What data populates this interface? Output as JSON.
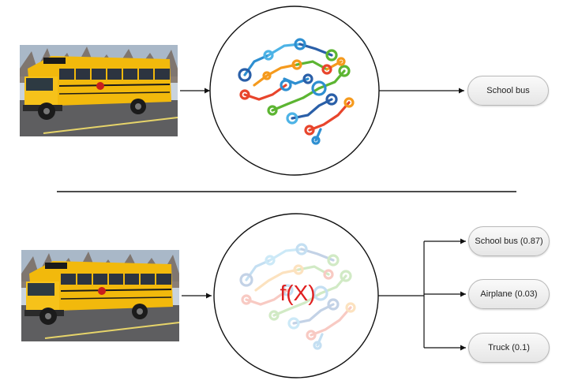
{
  "top_pipeline": {
    "input_image": "school-bus-photo",
    "model_icon": "neural-brain-icon",
    "output_label": "School bus"
  },
  "bottom_pipeline": {
    "input_image": "school-bus-photo",
    "model_icon": "neural-brain-faded-icon",
    "function_label": "f(X)",
    "outputs": [
      {
        "label": "School bus (0.87)"
      },
      {
        "label": "Airplane (0.03)"
      },
      {
        "label": "Truck (0.1)"
      }
    ]
  },
  "colors": {
    "brain": [
      "#e8452c",
      "#f59a1d",
      "#2e8fd1",
      "#5cb532",
      "#2a5fa8",
      "#4db3e6"
    ],
    "fx_text": "#e02020",
    "bus_yellow": "#f2b90c"
  }
}
